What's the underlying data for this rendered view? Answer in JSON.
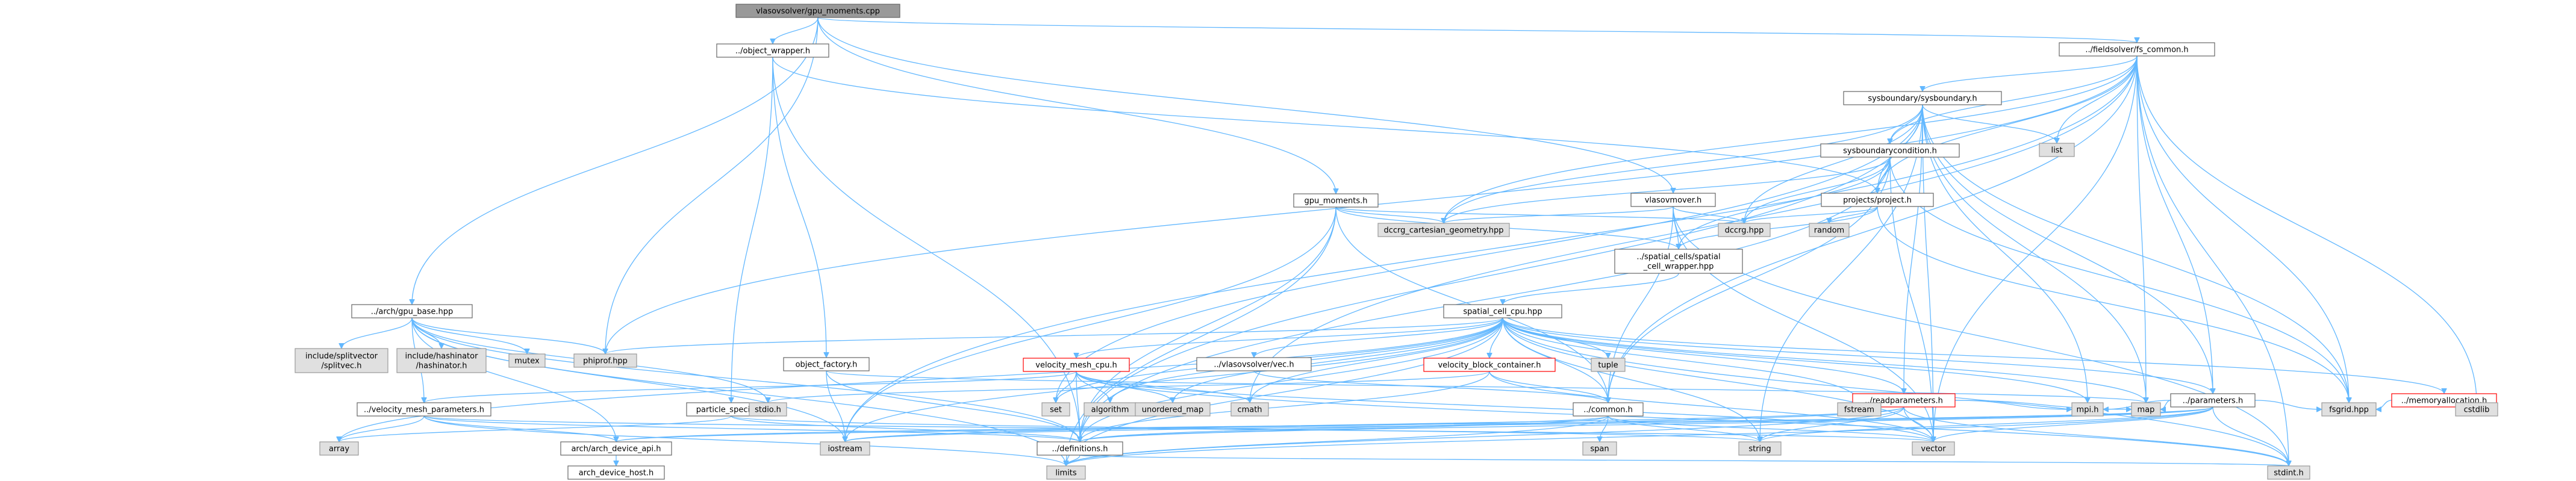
{
  "colors": {
    "edge": "#63b8ff",
    "node_fill": "#ffffff",
    "node_stroke": "#666666",
    "root_fill": "#999999",
    "root_stroke": "#666666",
    "system_fill": "#e0e0e0",
    "system_stroke": "#999999",
    "truncated_stroke": "#ff0000",
    "text": "#000000"
  },
  "nodes": [
    {
      "id": "root",
      "lines": [
        "vlasovsolver/gpu_moments.cpp"
      ],
      "kind": "root"
    },
    {
      "id": "objwrap",
      "lines": [
        "../object_wrapper.h"
      ],
      "kind": "file"
    },
    {
      "id": "fscommon",
      "lines": [
        "../fieldsolver/fs_common.h"
      ],
      "kind": "file"
    },
    {
      "id": "sysbound",
      "lines": [
        "sysboundary/sysboundary.h"
      ],
      "kind": "file"
    },
    {
      "id": "list",
      "lines": [
        "list"
      ],
      "kind": "system"
    },
    {
      "id": "sbcond",
      "lines": [
        "sysboundarycondition.h"
      ],
      "kind": "file"
    },
    {
      "id": "project",
      "lines": [
        "projects/project.h"
      ],
      "kind": "file"
    },
    {
      "id": "gpumom",
      "lines": [
        "gpu_moments.h"
      ],
      "kind": "file"
    },
    {
      "id": "vmover",
      "lines": [
        "vlasovmover.h"
      ],
      "kind": "file"
    },
    {
      "id": "dccart",
      "lines": [
        "dccrg_cartesian_geometry.hpp"
      ],
      "kind": "system"
    },
    {
      "id": "dccrg",
      "lines": [
        "dccrg.hpp"
      ],
      "kind": "system"
    },
    {
      "id": "random",
      "lines": [
        "random"
      ],
      "kind": "system"
    },
    {
      "id": "scwrap",
      "lines": [
        "../spatial_cells/spatial",
        "_cell_wrapper.hpp"
      ],
      "kind": "file"
    },
    {
      "id": "scc",
      "lines": [
        "spatial_cell_cpu.hpp"
      ],
      "kind": "file"
    },
    {
      "id": "archgpu",
      "lines": [
        "../arch/gpu_base.hpp"
      ],
      "kind": "file"
    },
    {
      "id": "splitvec",
      "lines": [
        "include/splitvector",
        "/splitvec.h"
      ],
      "kind": "system"
    },
    {
      "id": "hashinator",
      "lines": [
        "include/hashinator",
        "/hashinator.h"
      ],
      "kind": "system"
    },
    {
      "id": "mutex",
      "lines": [
        "mutex"
      ],
      "kind": "system"
    },
    {
      "id": "phiprof",
      "lines": [
        "phiprof.hpp"
      ],
      "kind": "system"
    },
    {
      "id": "objfact",
      "lines": [
        "object_factory.h"
      ],
      "kind": "file"
    },
    {
      "id": "vmcpu",
      "lines": [
        "velocity_mesh_cpu.h"
      ],
      "kind": "truncated"
    },
    {
      "id": "vsvec",
      "lines": [
        "../vlasovsolver/vec.h"
      ],
      "kind": "file"
    },
    {
      "id": "vbc",
      "lines": [
        "velocity_block_container.h"
      ],
      "kind": "truncated"
    },
    {
      "id": "tuple",
      "lines": [
        "tuple"
      ],
      "kind": "system"
    },
    {
      "id": "readparams",
      "lines": [
        "../readparameters.h"
      ],
      "kind": "truncated"
    },
    {
      "id": "params",
      "lines": [
        "../parameters.h"
      ],
      "kind": "file"
    },
    {
      "id": "memalloc",
      "lines": [
        "../memoryallocation.h"
      ],
      "kind": "truncated"
    },
    {
      "id": "vmparams",
      "lines": [
        "../velocity_mesh_parameters.h"
      ],
      "kind": "file"
    },
    {
      "id": "partspec",
      "lines": [
        "particle_species.h"
      ],
      "kind": "file"
    },
    {
      "id": "stdio",
      "lines": [
        "stdio.h"
      ],
      "kind": "system"
    },
    {
      "id": "set",
      "lines": [
        "set"
      ],
      "kind": "system"
    },
    {
      "id": "algorithm",
      "lines": [
        "algorithm"
      ],
      "kind": "system"
    },
    {
      "id": "umap",
      "lines": [
        "unordered_map"
      ],
      "kind": "system"
    },
    {
      "id": "cmath",
      "lines": [
        "cmath"
      ],
      "kind": "system"
    },
    {
      "id": "common",
      "lines": [
        "../common.h"
      ],
      "kind": "file"
    },
    {
      "id": "fstream",
      "lines": [
        "fstream"
      ],
      "kind": "system"
    },
    {
      "id": "mpi",
      "lines": [
        "mpi.h"
      ],
      "kind": "system"
    },
    {
      "id": "map",
      "lines": [
        "map"
      ],
      "kind": "system"
    },
    {
      "id": "fsgrid",
      "lines": [
        "fsgrid.hpp"
      ],
      "kind": "system"
    },
    {
      "id": "cstdlib",
      "lines": [
        "cstdlib"
      ],
      "kind": "system"
    },
    {
      "id": "array",
      "lines": [
        "array"
      ],
      "kind": "system"
    },
    {
      "id": "archapi",
      "lines": [
        "arch/arch_device_api.h"
      ],
      "kind": "file"
    },
    {
      "id": "archhost",
      "lines": [
        "arch_device_host.h"
      ],
      "kind": "file"
    },
    {
      "id": "iostream",
      "lines": [
        "iostream"
      ],
      "kind": "system"
    },
    {
      "id": "defs",
      "lines": [
        "../definitions.h"
      ],
      "kind": "file"
    },
    {
      "id": "span",
      "lines": [
        "span"
      ],
      "kind": "system"
    },
    {
      "id": "string",
      "lines": [
        "string"
      ],
      "kind": "system"
    },
    {
      "id": "vector",
      "lines": [
        "vector"
      ],
      "kind": "system"
    },
    {
      "id": "limits",
      "lines": [
        "limits"
      ],
      "kind": "system"
    },
    {
      "id": "stdint",
      "lines": [
        "stdint.h"
      ],
      "kind": "system"
    }
  ],
  "edges": [
    [
      "root",
      "objwrap"
    ],
    [
      "root",
      "fscommon"
    ],
    [
      "root",
      "archgpu"
    ],
    [
      "root",
      "gpumom"
    ],
    [
      "root",
      "vmover"
    ],
    [
      "root",
      "phiprof"
    ],
    [
      "objwrap",
      "objfact"
    ],
    [
      "objwrap",
      "project"
    ],
    [
      "objwrap",
      "partspec"
    ],
    [
      "objwrap",
      "defs"
    ],
    [
      "fscommon",
      "sysbound"
    ],
    [
      "fscommon",
      "list"
    ],
    [
      "fscommon",
      "sbcond"
    ],
    [
      "fscommon",
      "project"
    ],
    [
      "fscommon",
      "params"
    ],
    [
      "fscommon",
      "fsgrid"
    ],
    [
      "fscommon",
      "cstdlib"
    ],
    [
      "fscommon",
      "map"
    ],
    [
      "fscommon",
      "vector"
    ],
    [
      "fscommon",
      "stdint"
    ],
    [
      "fscommon",
      "cmath"
    ],
    [
      "fscommon",
      "phiprof"
    ],
    [
      "fscommon",
      "iostream"
    ],
    [
      "fscommon",
      "common"
    ],
    [
      "fscommon",
      "dccart"
    ],
    [
      "sysbound",
      "list"
    ],
    [
      "sysbound",
      "sbcond"
    ],
    [
      "sysbound",
      "project"
    ],
    [
      "sysbound",
      "dccart"
    ],
    [
      "sysbound",
      "dccrg"
    ],
    [
      "sysbound",
      "readparams"
    ],
    [
      "sysbound",
      "params"
    ],
    [
      "sysbound",
      "mpi"
    ],
    [
      "sysbound",
      "map"
    ],
    [
      "sysbound",
      "vector"
    ],
    [
      "sysbound",
      "set"
    ],
    [
      "sysbound",
      "string"
    ],
    [
      "sysbound",
      "fsgrid"
    ],
    [
      "sysbound",
      "defs"
    ],
    [
      "sbcond",
      "project"
    ],
    [
      "sbcond",
      "scwrap"
    ],
    [
      "sbcond",
      "dccart"
    ],
    [
      "sbcond",
      "dccrg"
    ],
    [
      "sbcond",
      "fsgrid"
    ],
    [
      "sbcond",
      "vector"
    ],
    [
      "sbcond",
      "common"
    ],
    [
      "sbcond",
      "defs"
    ],
    [
      "project",
      "dccrg"
    ],
    [
      "project",
      "random"
    ],
    [
      "project",
      "scwrap"
    ],
    [
      "project",
      "fsgrid"
    ],
    [
      "gpumom",
      "scwrap"
    ],
    [
      "gpumom",
      "dccart"
    ],
    [
      "gpumom",
      "dccrg"
    ],
    [
      "gpumom",
      "defs"
    ],
    [
      "gpumom",
      "common"
    ],
    [
      "gpumom",
      "iostream"
    ],
    [
      "gpumom",
      "limits"
    ],
    [
      "vmover",
      "scwrap"
    ],
    [
      "vmover",
      "dccrg"
    ],
    [
      "vmover",
      "dccart"
    ],
    [
      "vmover",
      "vector"
    ],
    [
      "vmover",
      "stdint"
    ],
    [
      "vmover",
      "common"
    ],
    [
      "scwrap",
      "scc"
    ],
    [
      "scc",
      "phiprof"
    ],
    [
      "scc",
      "vmcpu"
    ],
    [
      "scc",
      "vsvec"
    ],
    [
      "scc",
      "vbc"
    ],
    [
      "scc",
      "tuple"
    ],
    [
      "scc",
      "readparams"
    ],
    [
      "scc",
      "params"
    ],
    [
      "scc",
      "memalloc"
    ],
    [
      "scc",
      "common"
    ],
    [
      "scc",
      "defs"
    ],
    [
      "scc",
      "set"
    ],
    [
      "scc",
      "algorithm"
    ],
    [
      "scc",
      "cmath"
    ],
    [
      "scc",
      "fstream"
    ],
    [
      "scc",
      "mpi"
    ],
    [
      "scc",
      "map"
    ],
    [
      "scc",
      "vector"
    ],
    [
      "scc",
      "stdint"
    ],
    [
      "scc",
      "iostream"
    ],
    [
      "scc",
      "array"
    ],
    [
      "scc",
      "limits"
    ],
    [
      "scc",
      "umap"
    ],
    [
      "scc",
      "string"
    ],
    [
      "archgpu",
      "splitvec"
    ],
    [
      "archgpu",
      "hashinator"
    ],
    [
      "archgpu",
      "mutex"
    ],
    [
      "archgpu",
      "phiprof"
    ],
    [
      "archgpu",
      "vmparams"
    ],
    [
      "archgpu",
      "stdio"
    ],
    [
      "archgpu",
      "archapi"
    ],
    [
      "archgpu",
      "defs"
    ],
    [
      "archgpu",
      "iostream"
    ],
    [
      "archgpu",
      "limits"
    ],
    [
      "objfact",
      "map"
    ],
    [
      "objfact",
      "iostream"
    ],
    [
      "objfact",
      "defs"
    ],
    [
      "vmcpu",
      "set"
    ],
    [
      "vmcpu",
      "algorithm"
    ],
    [
      "vmcpu",
      "umap"
    ],
    [
      "vmcpu",
      "cmath"
    ],
    [
      "vmcpu",
      "vmparams"
    ],
    [
      "vmcpu",
      "defs"
    ],
    [
      "vmcpu",
      "vector"
    ],
    [
      "vmcpu",
      "stdint"
    ],
    [
      "vsvec",
      "common"
    ],
    [
      "vbc",
      "common"
    ],
    [
      "vbc",
      "stdio"
    ],
    [
      "vbc",
      "vector"
    ],
    [
      "vbc",
      "defs"
    ],
    [
      "readparams",
      "fstream"
    ],
    [
      "readparams",
      "mpi"
    ],
    [
      "readparams",
      "map"
    ],
    [
      "readparams",
      "vector"
    ],
    [
      "readparams",
      "string"
    ],
    [
      "readparams",
      "stdint"
    ],
    [
      "readparams",
      "iostream"
    ],
    [
      "readparams",
      "limits"
    ],
    [
      "readparams",
      "defs"
    ],
    [
      "params",
      "fsgrid"
    ],
    [
      "params",
      "mpi"
    ],
    [
      "params",
      "map"
    ],
    [
      "params",
      "vector"
    ],
    [
      "params",
      "string"
    ],
    [
      "params",
      "stdint"
    ],
    [
      "params",
      "limits"
    ],
    [
      "params",
      "defs"
    ],
    [
      "params",
      "iostream"
    ],
    [
      "params",
      "archapi"
    ],
    [
      "memalloc",
      "fsgrid"
    ],
    [
      "memalloc",
      "cstdlib"
    ],
    [
      "vmparams",
      "array"
    ],
    [
      "vmparams",
      "vector"
    ],
    [
      "vmparams",
      "limits"
    ],
    [
      "vmparams",
      "defs"
    ],
    [
      "vmparams",
      "archapi"
    ],
    [
      "partspec",
      "array"
    ],
    [
      "partspec",
      "string"
    ],
    [
      "partspec",
      "defs"
    ],
    [
      "common",
      "span"
    ],
    [
      "common",
      "string"
    ],
    [
      "common",
      "vector"
    ],
    [
      "common",
      "limits"
    ],
    [
      "common",
      "defs"
    ],
    [
      "common",
      "archapi"
    ],
    [
      "archapi",
      "archhost"
    ],
    [
      "defs",
      "stdint"
    ],
    [
      "defs",
      "limits"
    ]
  ]
}
